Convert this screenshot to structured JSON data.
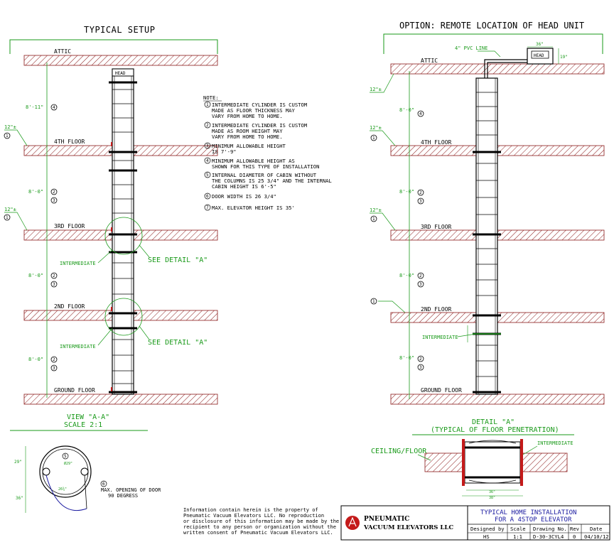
{
  "left": {
    "title": "TYPICAL SETUP",
    "levels": [
      "ATTIC",
      "4TH FLOOR",
      "3RD FLOOR",
      "2ND FLOOR",
      "GROUND FLOOR"
    ],
    "head_label": "HEAD",
    "dims": [
      "8'-11\"",
      "8'-0\"",
      "8'-0\"",
      "8'-0\""
    ],
    "slab_dim": "12\"±",
    "see_detail": "SEE DETAIL \"A\"",
    "intermediate": "INTERMEDIATE"
  },
  "right": {
    "title": "OPTION: REMOTE LOCATION OF HEAD UNIT",
    "levels": [
      "ATTIC",
      "4TH FLOOR",
      "3RD FLOOR",
      "2ND FLOOR",
      "GROUND FLOOR"
    ],
    "pvc_line": "4\" PVC LINE",
    "head_label": "HEAD",
    "head_width": "36\"",
    "head_height": "19\"",
    "dims": [
      "8'-0\"",
      "8'-0\"",
      "8'-0\"",
      "8'-0\""
    ],
    "slab_dim": "12\"±",
    "intermediate": "INTERMEDIATE"
  },
  "notes": {
    "header": "NOTE:",
    "items": [
      {
        "num": "1",
        "lines": [
          "INTERMEDIATE CYLINDER IS CUSTOM",
          "MADE AS FLOOR THICKNESS MAY",
          "VARY FROM HOME TO HOME."
        ]
      },
      {
        "num": "2",
        "lines": [
          "INTERMEDIATE CYLINDER IS CUSTOM",
          "MADE AS ROOM HEIGHT MAY",
          "VARY FROM HOME TO HOME."
        ]
      },
      {
        "num": "3",
        "lines": [
          "MINIMUM ALLOWABLE HEIGHT",
          "IS 7'-9\""
        ]
      },
      {
        "num": "4",
        "lines": [
          "MINIMUM ALLOWABLE HEIGHT AS",
          "SHOWN FOR THIS TYPE OF INSTALLATION"
        ]
      },
      {
        "num": "5",
        "lines": [
          "INTERNAL DIAMETER OF CABIN WITHOUT",
          "THE COLUMNS IS 25 3/4\" AND THE INTERNAL",
          "CABIN HEIGHT IS 6'-5\""
        ]
      },
      {
        "num": "6",
        "lines": [
          "DOOR WIDTH IS 26 3/4\""
        ]
      },
      {
        "num": "7",
        "lines": [
          "MAX. ELEVATOR HEIGHT IS 35'"
        ]
      }
    ]
  },
  "view_aa": {
    "title": "VIEW \"A-A\"",
    "scale": "SCALE 2:1",
    "door_note_lines": [
      "MAX. OPENING OF DOOR",
      "90 DEGRESS"
    ],
    "dim_left": "29\"",
    "dim_bottom": "36\"",
    "dim_inner": "26¾\"",
    "dim_diam": "Ø29\""
  },
  "detail_a": {
    "title": "DETAIL \"A\"",
    "subtitle": "(TYPICAL OF FLOOR PENETRATION)",
    "ceiling": "CEILING/FLOOR",
    "intermediate": "INTERMEDIATE",
    "dim_a": "36\"",
    "dim_b": "38\""
  },
  "disclaimer": [
    "Information contain herein is the property of",
    "Pneumatic Vacuum Elevators LLC. No reproduction",
    "or disclosure of this information may be made by the",
    "recipient to any person or organization without the",
    "written consent of Pneumatic Vacuum Elevators LLC."
  ],
  "title_block": {
    "company_line1": "PNEUMATIC",
    "company_line2": "VACUUM ELEVATORS LLC",
    "title_line1": "TYPICAL HOME INSTALLATION",
    "title_line2": "FOR A 4STOP ELEVATOR",
    "headers": [
      "Designed by",
      "Scale",
      "Drawing No.",
      "Rev",
      "Date"
    ],
    "values": [
      "HS",
      "1:1",
      "D-30-3CYL4",
      "0",
      "04/10/12"
    ]
  },
  "colors": {
    "annotation": "#1a9a1a",
    "hatch": "#8b1a1a",
    "door": "#1a1aa0",
    "logo": "#c41a1a"
  }
}
